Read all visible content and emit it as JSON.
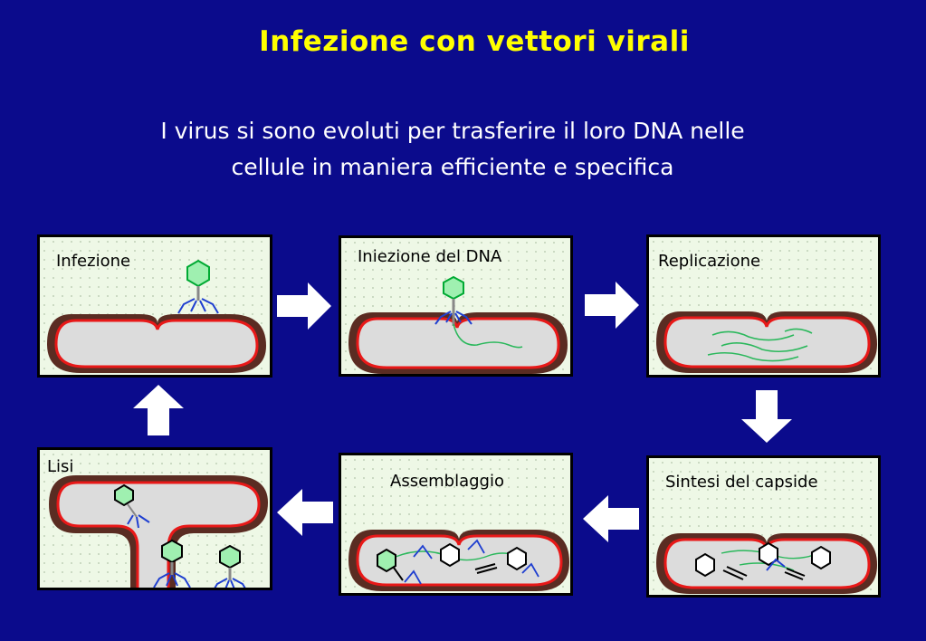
{
  "title": "Infezione con vettori virali",
  "subtitle": {
    "line1": "I virus si sono evoluti per trasferire il loro DNA nelle",
    "line2": "cellule in maniera efficiente e specifica"
  },
  "steps": [
    {
      "label": "Infezione"
    },
    {
      "label": "Iniezione del DNA"
    },
    {
      "label": "Replicazione"
    },
    {
      "label": "Sintesi del capside"
    },
    {
      "label": "Assemblaggio"
    },
    {
      "label": "Lisi"
    }
  ],
  "colors": {
    "background": "#0b0b8c",
    "title": "#ffff00",
    "panel": "#eef8e6",
    "cell_wall": "#5a2c22",
    "membrane": "#e81818",
    "dna": "#2bb85c",
    "tail_fibers": "#1f3fd0"
  }
}
